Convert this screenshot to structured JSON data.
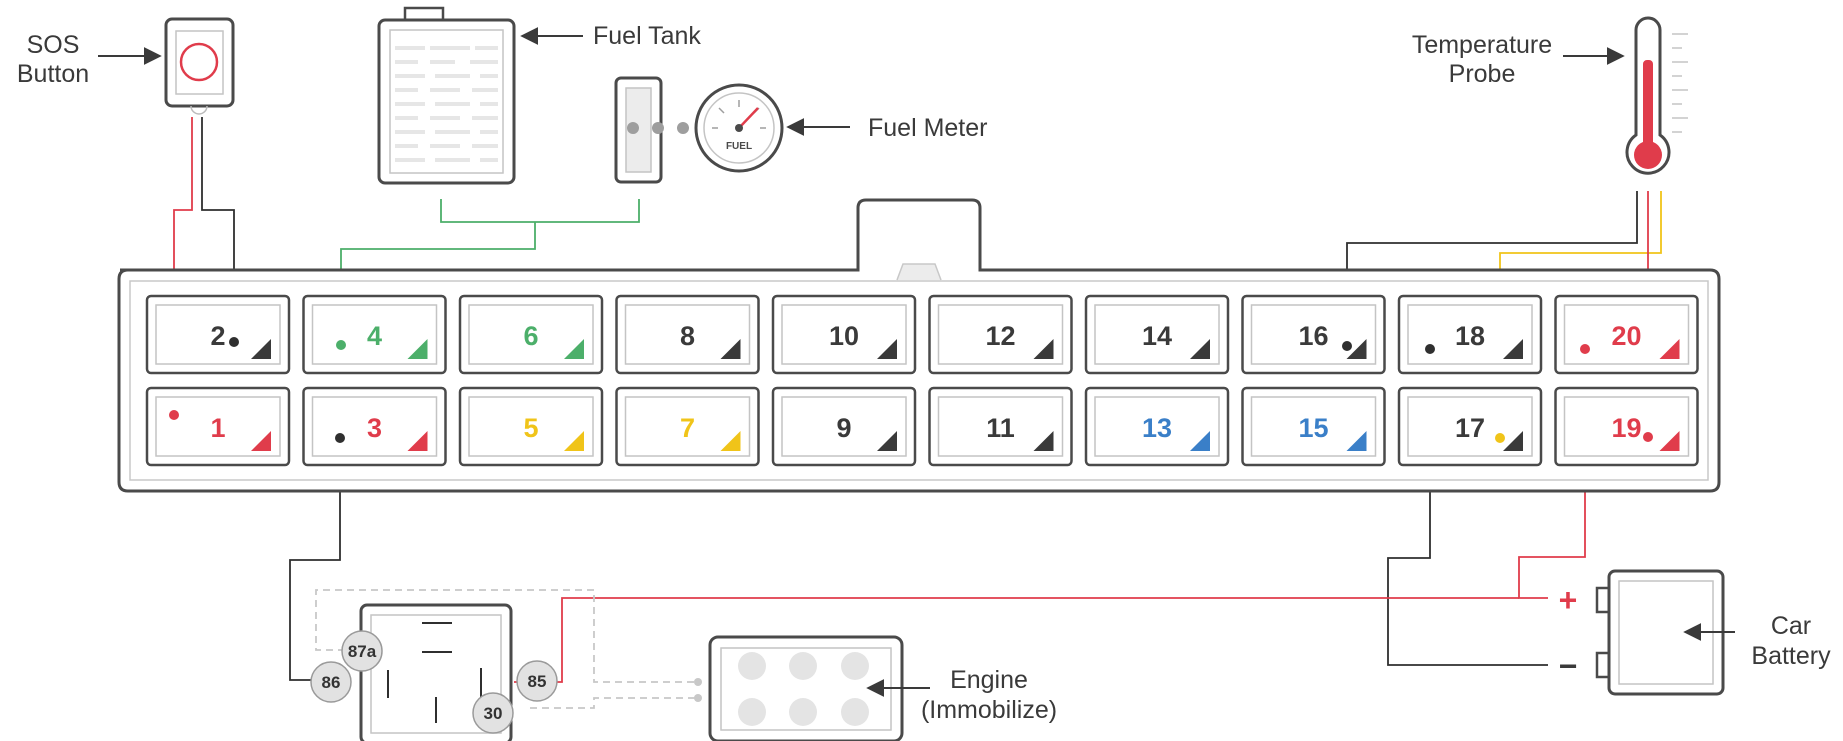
{
  "labels": {
    "sos": [
      "SOS",
      "Button"
    ],
    "fuel_tank": "Fuel Tank",
    "fuel_meter": "Fuel Meter",
    "fuel_gauge_text": "FUEL",
    "temperature": [
      "Temperature",
      "Probe"
    ],
    "engine": [
      "Engine",
      "(Immobilize)"
    ],
    "battery": [
      "Car",
      "Battery"
    ],
    "battery_plus": "+",
    "battery_minus": "−"
  },
  "relay_pins": [
    "87a",
    "86",
    "85",
    "30"
  ],
  "connector_pins": {
    "top": [
      {
        "num": "2",
        "color": "#3a3a3a"
      },
      {
        "num": "4",
        "color": "#4caf6a"
      },
      {
        "num": "6",
        "color": "#4caf6a"
      },
      {
        "num": "8",
        "color": "#3a3a3a"
      },
      {
        "num": "10",
        "color": "#3a3a3a"
      },
      {
        "num": "12",
        "color": "#3a3a3a"
      },
      {
        "num": "14",
        "color": "#3a3a3a"
      },
      {
        "num": "16",
        "color": "#3a3a3a"
      },
      {
        "num": "18",
        "color": "#3a3a3a"
      },
      {
        "num": "20",
        "color": "#e03c4b"
      }
    ],
    "bottom": [
      {
        "num": "1",
        "color": "#e03c4b"
      },
      {
        "num": "3",
        "color": "#e03c4b"
      },
      {
        "num": "5",
        "color": "#f0c419"
      },
      {
        "num": "7",
        "color": "#f0c419"
      },
      {
        "num": "9",
        "color": "#3a3a3a"
      },
      {
        "num": "11",
        "color": "#3a3a3a"
      },
      {
        "num": "13",
        "color": "#3a7fc8"
      },
      {
        "num": "15",
        "color": "#3a7fc8"
      },
      {
        "num": "17",
        "color": "#3a3a3a"
      },
      {
        "num": "19",
        "color": "#e03c4b"
      }
    ]
  },
  "colors": {
    "red": "#e03c4b",
    "green": "#4caf6a",
    "yellow": "#f0c419",
    "blue": "#3a7fc8",
    "dark": "#2f2f2f",
    "outline": "#4a4a4a"
  }
}
